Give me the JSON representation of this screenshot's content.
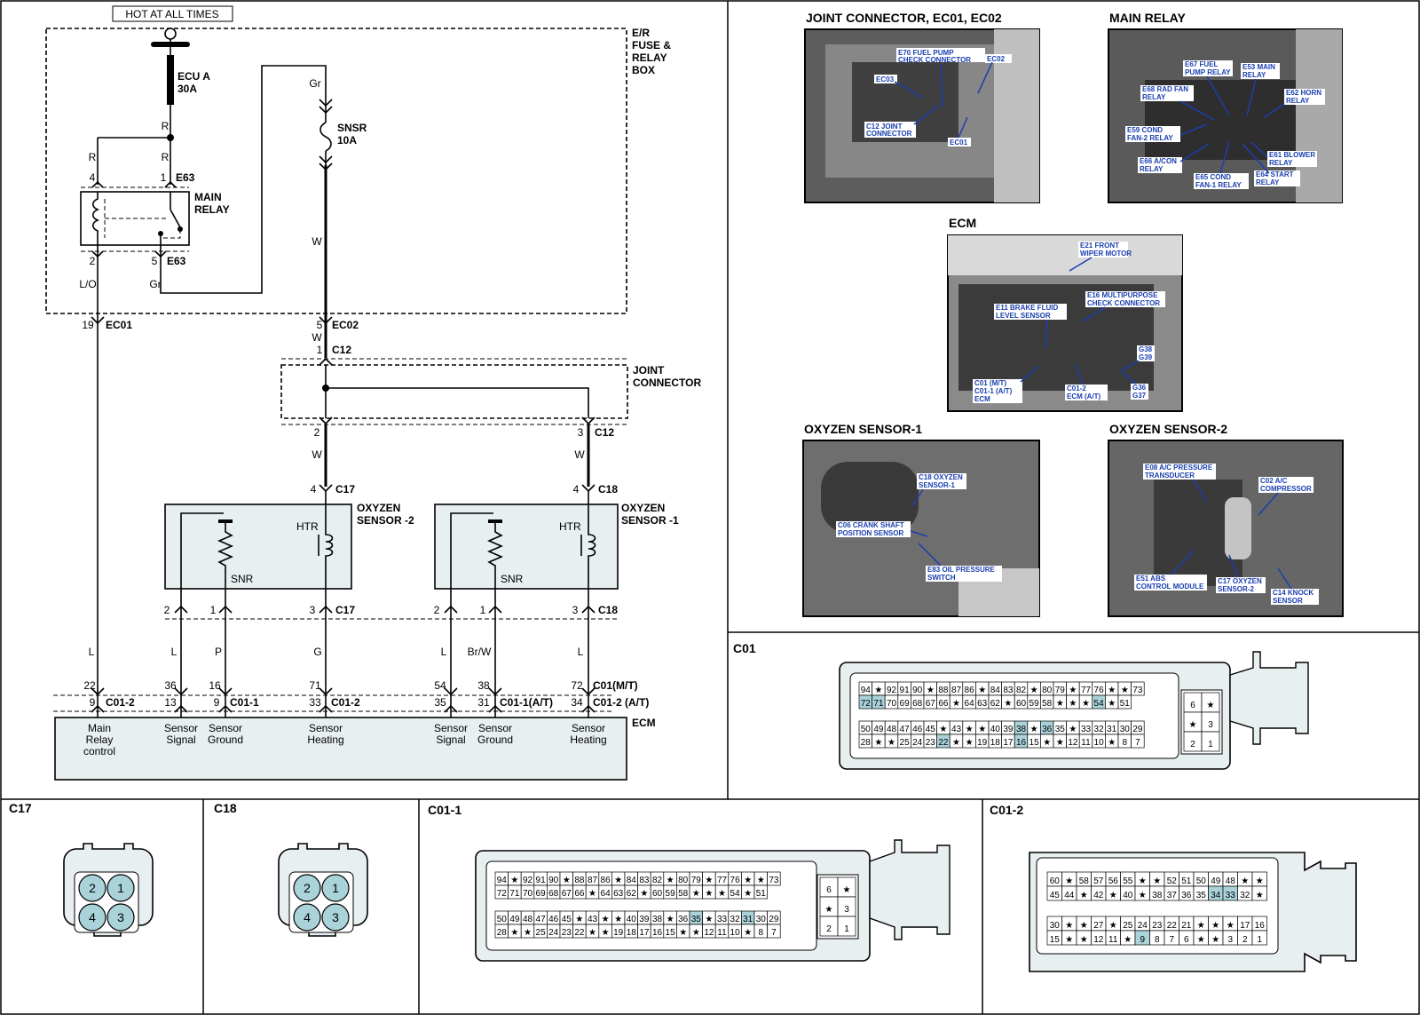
{
  "schematic": {
    "hot_label": "HOT AT ALL TIMES",
    "fuse_box_label": [
      "E/R",
      "FUSE &",
      "RELAY",
      "BOX"
    ],
    "ecu_fuse": {
      "name": "ECU A",
      "rating": "30A"
    },
    "snsr_fuse": {
      "name": "SNSR",
      "rating": "10A"
    },
    "main_relay_label": [
      "MAIN",
      "RELAY"
    ],
    "joint_connector_label": [
      "JOINT",
      "CONNECTOR"
    ],
    "oxy2_label": [
      "OXYZEN",
      "SENSOR -2"
    ],
    "oxy1_label": [
      "OXYZEN",
      "SENSOR -1"
    ],
    "htr": "HTR",
    "snr": "SNR",
    "ecm_label": "ECM",
    "wire_colors": {
      "r1": "R",
      "r2": "R",
      "r3": "R",
      "gr1": "Gr",
      "gr2": "Gr",
      "lo": "L/O",
      "w1": "W",
      "w2": "W",
      "w3": "W",
      "w4": "W",
      "l1": "L",
      "l2": "L",
      "p": "P",
      "g": "G",
      "l3": "L",
      "brw": "Br/W",
      "l4": "L"
    },
    "connectors": {
      "e63a": "E63",
      "e63b": "E63",
      "ec01": "EC01",
      "ec02": "EC02",
      "c12a": "C12",
      "c12b": "C12",
      "c17a": "C17",
      "c18a": "C18",
      "c17b": "C17",
      "c18b": "C18",
      "c01mt": "C01(M/T)",
      "c012a": "C01-2",
      "c011a": "C01-1",
      "c012b": "C01-2",
      "c011at": "C01-1(A/T)",
      "c012at": "C01-2 (A/T)"
    },
    "pins": {
      "p4": "4",
      "p1": "1",
      "p2": "2",
      "p5": "5",
      "p19": "19",
      "p5b": "5",
      "p1b": "1",
      "p2b": "2",
      "p3b": "3",
      "p4a": "4",
      "p4b": "4",
      "s2a": "2",
      "s1a": "1",
      "s3a": "3",
      "s2b": "2",
      "s1b": "1",
      "s3b": "3",
      "e22": "22",
      "e9": "9",
      "e36": "36",
      "e13": "13",
      "e16": "16",
      "e9b": "9",
      "e71": "71",
      "e33": "33",
      "e54": "54",
      "e35": "35",
      "e38": "38",
      "e31": "31",
      "e72": "72",
      "e34": "34"
    },
    "ecm_pins": [
      [
        "Main",
        "Relay",
        "control"
      ],
      [
        "Sensor",
        "Signal"
      ],
      [
        "Sensor",
        "Ground"
      ],
      [
        "Sensor",
        "Heating"
      ],
      [
        "Sensor",
        "Signal"
      ],
      [
        "Sensor",
        "Ground"
      ],
      [
        "Sensor",
        "Heating"
      ]
    ]
  },
  "photos": {
    "joint_connector": {
      "title": "JOINT CONNECTOR, EC01, EC02",
      "labels": [
        "E70 FUEL PUMP",
        "CHECK CONNECTOR",
        "EC02",
        "EC03",
        "C12 JOINT",
        "CONNECTOR",
        "EC01"
      ]
    },
    "main_relay": {
      "title": "MAIN RELAY",
      "labels": [
        "E67 FUEL",
        "PUMP RELAY",
        "E53 MAIN",
        "RELAY",
        "E68 RAD FAN",
        "RELAY",
        "E62 HORN",
        "RELAY",
        "E59 COND",
        "FAN-2 RELAY",
        "E61 BLOWER",
        "RELAY",
        "E66 A/CON",
        "RELAY",
        "E65 COND",
        "FAN-1 RELAY",
        "E64 START",
        "RELAY"
      ]
    },
    "ecm": {
      "title": "ECM",
      "labels": [
        "E21 FRONT",
        "WIPER MOTOR",
        "E16 MULTIPURPOSE",
        "CHECK CONNECTOR",
        "E11 BRAKE FLUID",
        "LEVEL SENSOR",
        "G38",
        "G39",
        "C01 (M/T)",
        "C01-1 (A/T)",
        "ECM",
        "C01-2",
        "ECM (A/T)",
        "G36",
        "G37"
      ]
    },
    "oxy1": {
      "title": "OXYZEN SENSOR-1",
      "labels": [
        "C18 OXYZEN",
        "SENSOR-1",
        "C06 CRANK SHAFT",
        "POSITION SENSOR",
        "E83 OIL PRESSURE",
        "SWITCH"
      ]
    },
    "oxy2": {
      "title": "OXYZEN SENSOR-2",
      "labels": [
        "E08 A/C PRESSURE",
        "TRANSDUCER",
        "C02 A/C",
        "COMPRESSOR",
        "E51 ABS",
        "CONTROL MODULE",
        "C17 OXYZEN",
        "SENSOR-2",
        "C14 KNOCK",
        "SENSOR"
      ]
    }
  },
  "connector_views": {
    "c01": {
      "title": "C01",
      "rows": [
        [
          "94",
          "★",
          "92",
          "91",
          "90",
          "★",
          "88",
          "87",
          "86",
          "★",
          "84",
          "83",
          "82",
          "★",
          "80",
          "79",
          "★",
          "77",
          "76",
          "★",
          "★",
          "73"
        ],
        [
          "72",
          "71",
          "70",
          "69",
          "68",
          "67",
          "66",
          "★",
          "64",
          "63",
          "62",
          "★",
          "60",
          "59",
          "58",
          "★",
          "★",
          "★",
          "54",
          "★",
          "51"
        ],
        [
          "50",
          "49",
          "48",
          "47",
          "46",
          "45",
          "★",
          "43",
          "★",
          "★",
          "40",
          "39",
          "38",
          "★",
          "36",
          "35",
          "★",
          "33",
          "32",
          "31",
          "30",
          "29"
        ],
        [
          "28",
          "★",
          "★",
          "25",
          "24",
          "23",
          "22",
          "★",
          "★",
          "19",
          "18",
          "17",
          "16",
          "15",
          "★",
          "★",
          "12",
          "11",
          "10",
          "★",
          "8",
          "7"
        ]
      ],
      "side": [
        "6",
        "★",
        "★",
        "3",
        "2",
        "1"
      ],
      "highlighted": [
        "72",
        "71",
        "54",
        "38",
        "36",
        "22",
        "16"
      ]
    },
    "c17": {
      "title": "C17",
      "pins": [
        "2",
        "1",
        "4",
        "3"
      ]
    },
    "c18": {
      "title": "C18",
      "pins": [
        "2",
        "1",
        "4",
        "3"
      ]
    },
    "c011": {
      "title": "C01-1",
      "rows": [
        [
          "94",
          "★",
          "92",
          "91",
          "90",
          "★",
          "88",
          "87",
          "86",
          "★",
          "84",
          "83",
          "82",
          "★",
          "80",
          "79",
          "★",
          "77",
          "76",
          "★",
          "★",
          "73"
        ],
        [
          "72",
          "71",
          "70",
          "69",
          "68",
          "67",
          "66",
          "★",
          "64",
          "63",
          "62",
          "★",
          "60",
          "59",
          "58",
          "★",
          "★",
          "★",
          "54",
          "★",
          "51"
        ],
        [
          "50",
          "49",
          "48",
          "47",
          "46",
          "45",
          "★",
          "43",
          "★",
          "★",
          "40",
          "39",
          "38",
          "★",
          "36",
          "35",
          "★",
          "33",
          "32",
          "31",
          "30",
          "29"
        ],
        [
          "28",
          "★",
          "★",
          "25",
          "24",
          "23",
          "22",
          "★",
          "★",
          "19",
          "18",
          "17",
          "16",
          "15",
          "★",
          "★",
          "12",
          "11",
          "10",
          "★",
          "8",
          "7"
        ]
      ],
      "side": [
        "6",
        "★",
        "★",
        "3",
        "2",
        "1"
      ],
      "highlighted": [
        "35",
        "31"
      ]
    },
    "c012": {
      "title": "C01-2",
      "rows": [
        [
          "60",
          "★",
          "58",
          "57",
          "56",
          "55",
          "★",
          "★",
          "52",
          "51",
          "50",
          "49",
          "48",
          "★",
          "★"
        ],
        [
          "45",
          "44",
          "★",
          "42",
          "★",
          "40",
          "★",
          "38",
          "37",
          "36",
          "35",
          "34",
          "33",
          "32",
          "★"
        ],
        [
          "30",
          "★",
          "★",
          "27",
          "★",
          "25",
          "24",
          "23",
          "22",
          "21",
          "★",
          "★",
          "★",
          "17",
          "16"
        ],
        [
          "15",
          "★",
          "★",
          "12",
          "11",
          "★",
          "9",
          "8",
          "7",
          "6",
          "★",
          "★",
          "3",
          "2",
          "1"
        ]
      ],
      "highlighted": [
        "34",
        "33",
        "9"
      ]
    }
  }
}
